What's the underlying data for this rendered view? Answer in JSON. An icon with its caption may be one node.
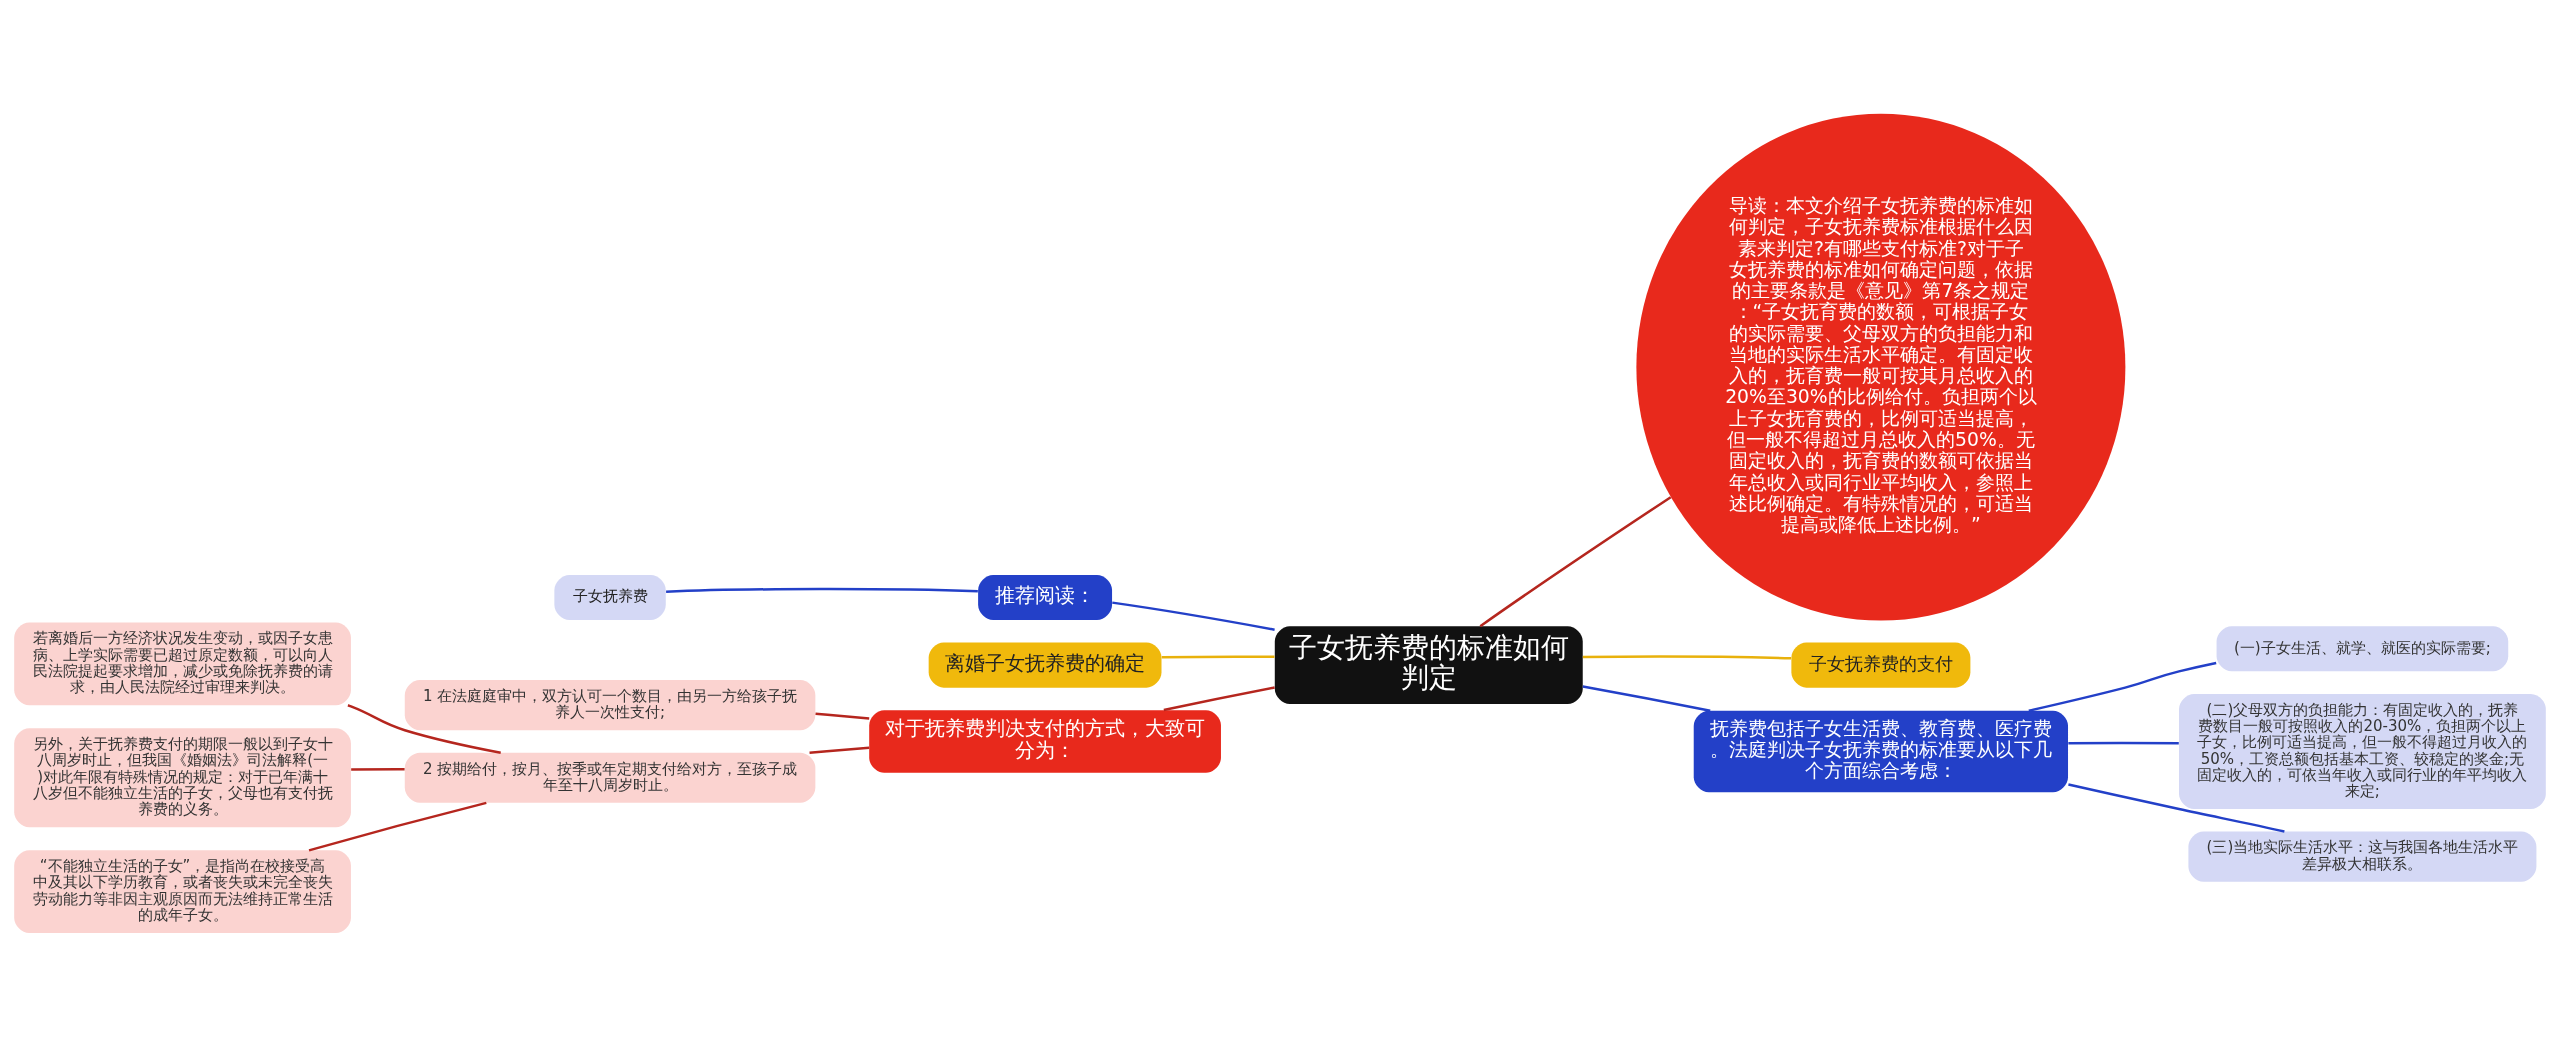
{
  "diagram": {
    "nodes": [
      {
        "text": [
          "子女抚养费的标准如何判定"
        ]
      },
      {
        "text": [
          "推荐阅读："
        ]
      },
      {
        "text": [
          "子女抚养费"
        ]
      },
      {
        "text": [
          "离婚子女抚养费的确定"
        ]
      },
      {
        "text": [
          "对于抚养费判决支付的方式，大致可分为："
        ]
      },
      {
        "text": [
          "1 在法庭庭审中，双方认可一个数目，由另一方给孩子抚养人一次性支付;"
        ]
      },
      {
        "text": [
          "2 按期给付，按月、按季或年定期支付给对方，至孩子成年至十八周岁时止。"
        ]
      },
      {
        "text": [
          "若离婚后一方经济状况发生变动，或因子女患病、上学实际需要已超过原定数额，可以向人民法院提起要求增加，减少或免除抚养费的请求，由人民法院经过审理来判决。"
        ]
      },
      {
        "text": [
          "另外，关于抚养费支付的期限一般以到子女十八周岁时止，但我国《婚姻法》司法解释(一)对此年限有特殊情况的规定：对于已年满十八岁但不能独立生活的子女，父母也有支付抚养费的义务。"
        ]
      },
      {
        "text": [
          "“不能独立生活的子女”，是指尚在校接受高中及其以下学历教育，或者丧失或未完全丧失劳动能力等非因主观原因而无法维持正常生活的成年子女。"
        ]
      },
      {
        "text": [
          "导读：本文介绍子女抚养费的标准如何判定，子女抚养费标准根据什么因素来判定?有哪些支付标准?对于子女抚养费的标准如何确定问题，依据的主要条款是《意见》第7条之规定：“子女抚育费的数额，可根据子女的实际需要、父母双方的负担能力和当地的实际生活水平确定。有固定收入的，抚育费一般可按其月总收入的20%至30%的比例给付。负担两个以上子女抚育费的，比例可适当提高，但一般不得超过月总收入的50%。无固定收入的，抚育费的数额可依据当年总收入或同行业平均收入，参照上述比例确定。有特殊情况的，可适当提高或降低上述比例。”"
        ]
      },
      {
        "text": [
          "子女抚养费的支付"
        ]
      },
      {
        "text": [
          "抚养费包括子女生活费、教育费、医疗费。法庭判决子女抚养费的标准要从以下几个方面综合考虑："
        ]
      },
      {
        "text": [
          "(一)子女生活、就学、就医的实际需要;"
        ]
      },
      {
        "text": [
          "(二)父母双方的负担能力：有固定收入的，抚养费数目一般可按照收入的20-30%，负担两个以上子女，比例可适当提高，但一般不得超过月收入的50%，工资总额包括基本工资、较稳定的奖金;无固定收入的，可依当年收入或同行业的年平均收入来定;"
        ]
      },
      {
        "text": [
          "(三)当地实际生活水平：这与我国各地生活水平差异极大相联系。"
        ]
      }
    ],
    "edges": [
      {
        "from": 0,
        "to": 1,
        "arrow": "none",
        "color": "#2340c8"
      },
      {
        "from": 1,
        "to": 2,
        "arrow": "none",
        "color": "#2340c8"
      },
      {
        "from": 0,
        "to": 3,
        "arrow": "none",
        "color": "#e8b10c"
      },
      {
        "from": 0,
        "to": 4,
        "arrow": "none",
        "color": "#b5261e"
      },
      {
        "from": 4,
        "to": 5,
        "arrow": "none",
        "color": "#b5261e"
      },
      {
        "from": 4,
        "to": 6,
        "arrow": "none",
        "color": "#b5261e"
      },
      {
        "from": 6,
        "to": 7,
        "arrow": "none",
        "color": "#b5261e"
      },
      {
        "from": 6,
        "to": 8,
        "arrow": "none",
        "color": "#b5261e"
      },
      {
        "from": 6,
        "to": 9,
        "arrow": "none",
        "color": "#b5261e"
      },
      {
        "from": 0,
        "to": 10,
        "arrow": "none",
        "color": "#b5261e"
      },
      {
        "from": 0,
        "to": 11,
        "arrow": "none",
        "color": "#e8b10c"
      },
      {
        "from": 0,
        "to": 12,
        "arrow": "none",
        "color": "#2340c8"
      },
      {
        "from": 12,
        "to": 13,
        "arrow": "none",
        "color": "#2340c8"
      },
      {
        "from": 12,
        "to": 14,
        "arrow": "none",
        "color": "#2340c8"
      },
      {
        "from": 12,
        "to": 15,
        "arrow": "none",
        "color": "#2340c8"
      }
    ]
  }
}
